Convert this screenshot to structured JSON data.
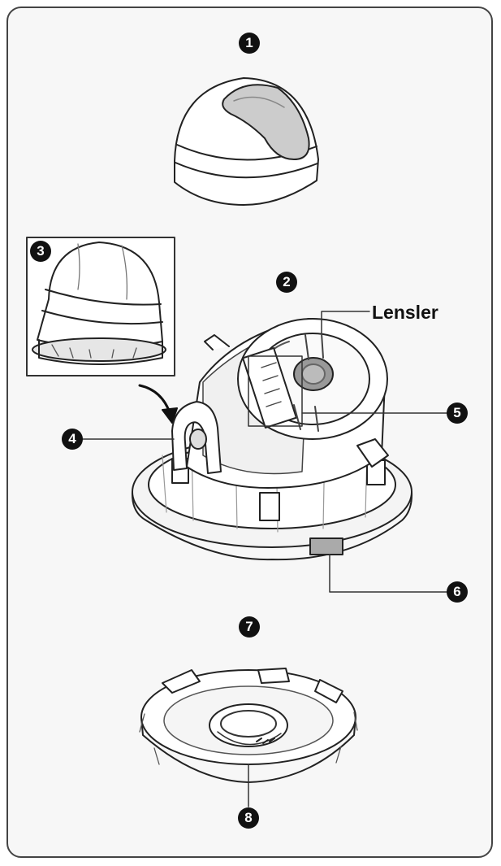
{
  "diagram": {
    "callouts": [
      "1",
      "2",
      "3",
      "4",
      "5",
      "6",
      "7",
      "8"
    ],
    "lens_label": "Lensler"
  }
}
